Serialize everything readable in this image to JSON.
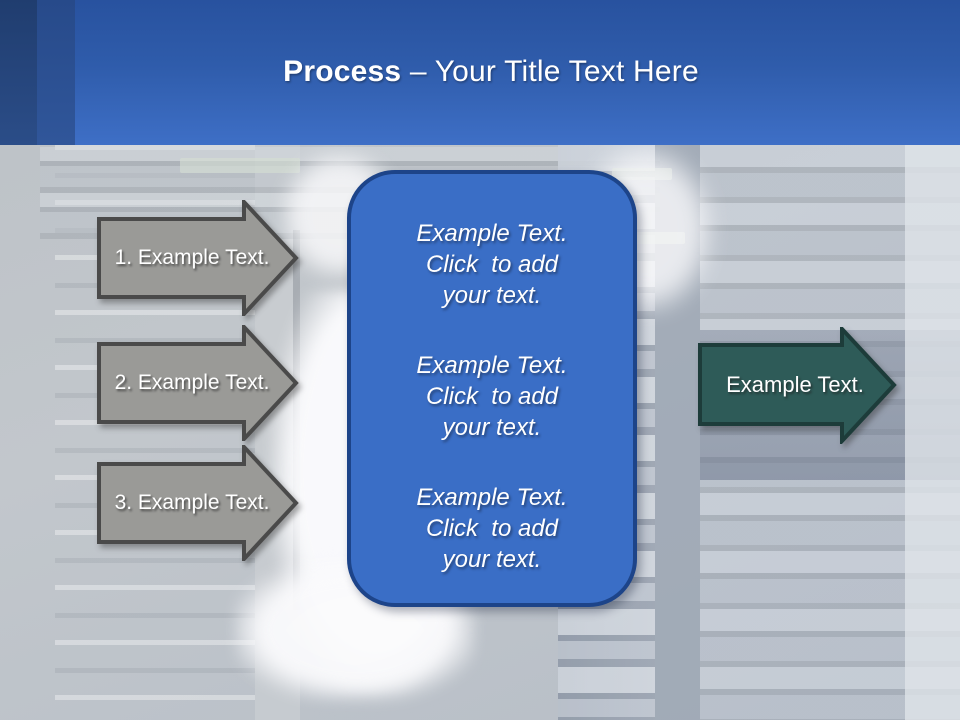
{
  "slide": {
    "title": {
      "bold": "Process",
      "rest": " – Your Title Text Here"
    }
  },
  "steps": [
    {
      "label": "1. Example Text."
    },
    {
      "label": "2. Example Text."
    },
    {
      "label": "3. Example Text."
    }
  ],
  "center_box": {
    "blocks": [
      {
        "lines": [
          "Example Text.",
          "Click  to add",
          "your text."
        ]
      },
      {
        "lines": [
          "Example Text.",
          "Click  to add",
          "your text."
        ]
      },
      {
        "lines": [
          "Example Text.",
          "Click  to add",
          "your text."
        ]
      }
    ]
  },
  "result_arrow": {
    "label": "Example Text."
  },
  "colors": {
    "header_blue_top": "#28529f",
    "header_blue_bottom": "#3e6fc6",
    "sidebar_navy": "#203d6f",
    "sidebar_blue": "#2b4f91",
    "step_arrow_fill": "#9a9a97",
    "step_arrow_border": "#4a4a4a",
    "center_box_fill": "#3a6ec6",
    "center_box_border": "#1d4489",
    "result_arrow_fill": "#2e5b58",
    "result_arrow_border": "#1d3c3a",
    "text_white": "#ffffff"
  }
}
